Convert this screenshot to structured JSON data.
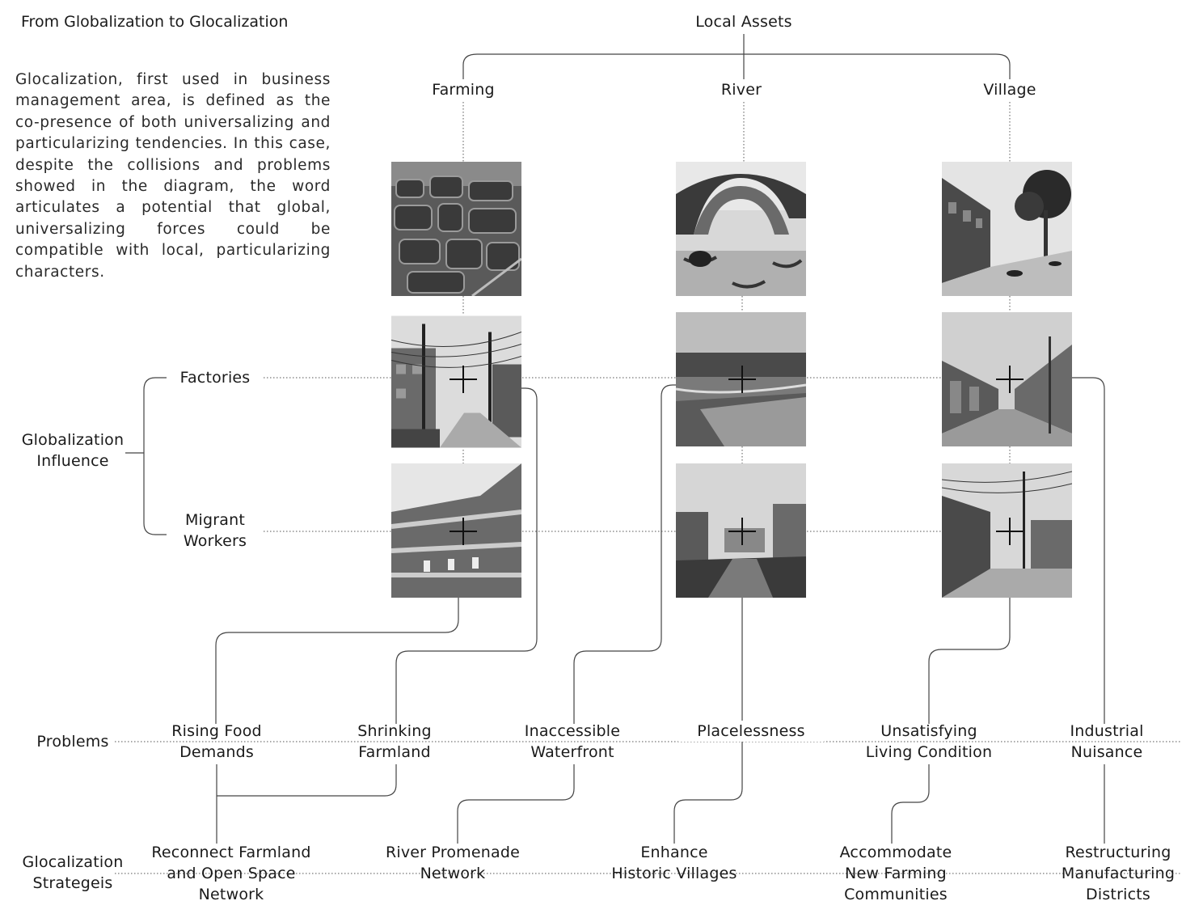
{
  "title": "From Globalization to Glocalization",
  "intro": "Glocalization, first used in business management area, is defined as the co-presence of both universalizing and particularizing tendencies. In this case, despite the collisions and problems showed in the diagram, the word articulates a potential that global, universalizing forces could be compatible with local, particularizing characters.",
  "local_assets": {
    "heading": "Local Assets",
    "items": [
      "Farming",
      "River",
      "Village"
    ]
  },
  "globalization": {
    "heading": "Globalization\nInfluence",
    "factors": [
      "Factories",
      "Migrant\nWorkers"
    ]
  },
  "problems": {
    "heading": "Problems",
    "items": [
      "Rising Food\nDemands",
      "Shrinking\nFarmland",
      "Inaccessible\nWaterfront",
      "Placelessness",
      "Unsatisfying\nLiving Condition",
      "Industrial\nNuisance"
    ]
  },
  "strategies": {
    "heading": "Glocalization\nStrategeis",
    "items": [
      "Reconnect Farmland\nand Open Space\nNetwork",
      "River Promenade\nNetwork",
      "Enhance\nHistoric Villages",
      "Accommodate\nNew Farming\nCommunities",
      "Restructuring\nManufacturing\nDistricts"
    ]
  },
  "photos": {
    "asset_row": [
      "aerial-fishpond-photo",
      "stone-bridge-photo",
      "canal-village-photo"
    ],
    "factories_row": [
      "street-utility-poles-photo",
      "river-construction-photo",
      "factory-street-photo"
    ],
    "migrant_row": [
      "worker-dormitory-photo",
      "village-canal-photo",
      "alley-housing-photo"
    ]
  },
  "colors": {
    "line": "#444444",
    "text": "#1a1a1a",
    "background": "#ffffff"
  }
}
